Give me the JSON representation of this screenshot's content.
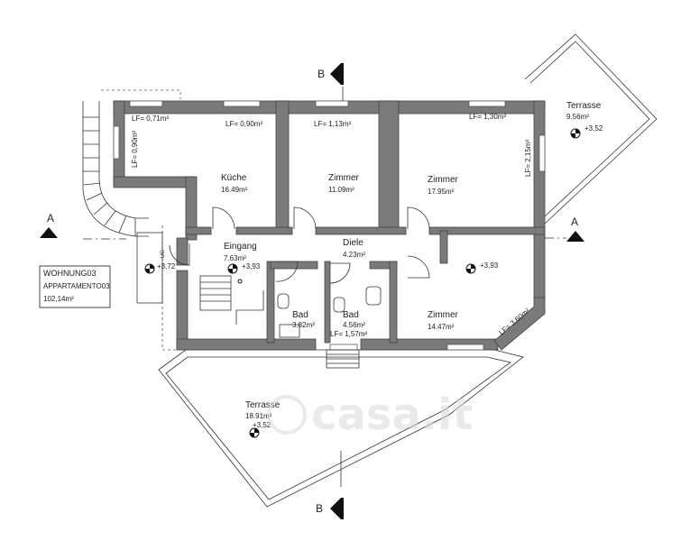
{
  "rooms": {
    "kueche": {
      "name": "Küche",
      "area": "16.49m²"
    },
    "zimmer1": {
      "name": "Zimmer",
      "area": "11.09m²"
    },
    "zimmer2": {
      "name": "Zimmer",
      "area": "17.95m²"
    },
    "zimmer3": {
      "name": "Zimmer",
      "area": "14.47m²"
    },
    "eingang": {
      "name": "Eingang",
      "area": "7.63m²"
    },
    "diele": {
      "name": "Diele",
      "area": "4.23m²"
    },
    "bad1": {
      "name": "Bad",
      "area": "3.82m²"
    },
    "bad2": {
      "name": "Bad",
      "area": "4.56m²"
    },
    "terrasse_top": {
      "name": "Terrasse",
      "area": "9.56m²"
    },
    "terrasse_bottom": {
      "name": "Terrasse",
      "area": "18.91m²"
    }
  },
  "window_labels": {
    "kueche_top_left": "LF= 0,71m²",
    "kueche_top_right": "LF= 0,90m²",
    "kueche_left": "LF= 0,90m²",
    "zimmer1_top": "LF= 1,13m²",
    "zimmer2_top": "LF= 1,30m²",
    "zimmer2_right": "LF= 2,15m²",
    "zimmer3_corner": "LF= 3,60m²",
    "bad2_bottom": "LF= 1,57m²"
  },
  "levels": {
    "terrasse_top": "+3,52",
    "eingang": "+3,93",
    "entry_outside": "+3,72",
    "zimmer3": "+3,93",
    "terrasse_bottom": "+3,52"
  },
  "section_marks": {
    "a_left": "A",
    "a_right": "A",
    "b_top": "B",
    "b_bottom": "B"
  },
  "stair_note": "UG",
  "info": {
    "line1": "WOHNUNG03",
    "line2": "APPARTAMENTO03",
    "line3": "102,14m²"
  },
  "watermark": "casa.it"
}
